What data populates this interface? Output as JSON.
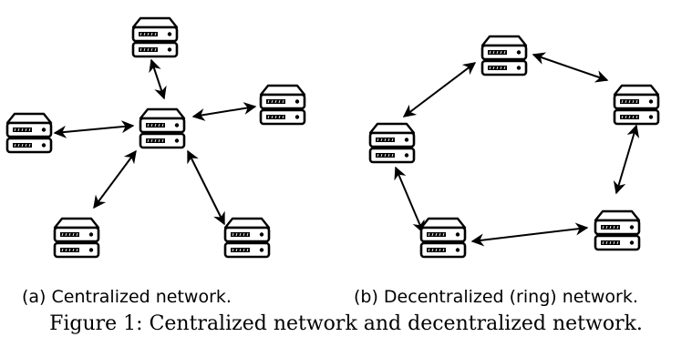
{
  "subfigures": [
    {
      "id": "a",
      "caption": "(a) Centralized network.",
      "nodes": [
        "hub-server",
        "top-server",
        "left-server",
        "right-server",
        "bottom-left-server",
        "bottom-right-server"
      ],
      "links": [
        [
          "hub-server",
          "top-server"
        ],
        [
          "hub-server",
          "left-server"
        ],
        [
          "hub-server",
          "right-server"
        ],
        [
          "hub-server",
          "bottom-left-server"
        ],
        [
          "hub-server",
          "bottom-right-server"
        ]
      ]
    },
    {
      "id": "b",
      "caption": "(b) Decentralized (ring) network.",
      "nodes": [
        "ring-top-server",
        "ring-right-server",
        "ring-bottom-right-server",
        "ring-bottom-left-server",
        "ring-left-server"
      ],
      "links": [
        [
          "ring-top-server",
          "ring-right-server"
        ],
        [
          "ring-right-server",
          "ring-bottom-right-server"
        ],
        [
          "ring-bottom-right-server",
          "ring-bottom-left-server"
        ],
        [
          "ring-bottom-left-server",
          "ring-left-server"
        ],
        [
          "ring-left-server",
          "ring-top-server"
        ]
      ]
    }
  ],
  "figure_caption": "Figure 1: Centralized network and decentralized network.",
  "icon": "server-icon",
  "colors": {
    "stroke": "#000000",
    "background": "#ffffff"
  }
}
